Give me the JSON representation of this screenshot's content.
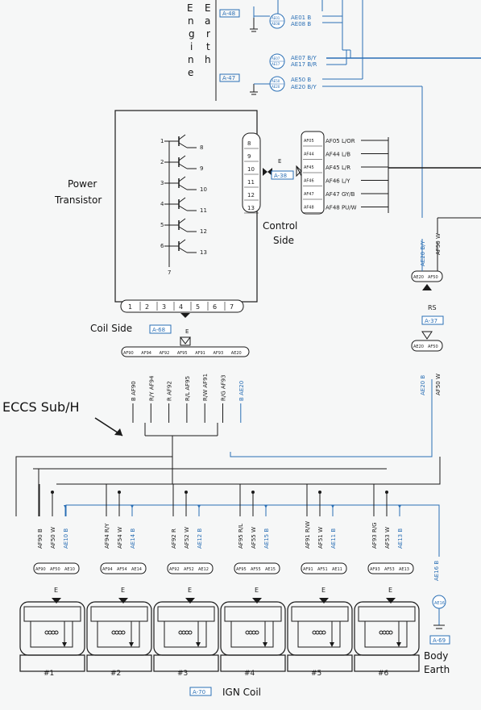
{
  "engine_earth": {
    "col1": [
      "E",
      "n",
      "g",
      "i",
      "n",
      "e"
    ],
    "col2": [
      "E",
      "a",
      "r",
      "t",
      "h"
    ]
  },
  "refs": {
    "a48": "A-48",
    "a47": "A-47",
    "a38": "A-38",
    "a68": "A-68",
    "a37": "A-37",
    "a69": "A-69",
    "a70": "A-70"
  },
  "top_connectors": {
    "c1": [
      "AE01",
      "AE08"
    ],
    "c1_labels": [
      "AE01  B",
      "AE08  B"
    ],
    "c2": [
      "AE07",
      "AE17"
    ],
    "c2_labels": [
      "AE07 B/Y",
      "AE17 B/R"
    ],
    "c3": [
      "AE50",
      "AE20"
    ],
    "c3_labels": [
      "AE50  B",
      "AE20 B/Y"
    ]
  },
  "power_transistor": {
    "label_line1": "Power",
    "label_line2": "Transistor",
    "pin_left": [
      "1",
      "2",
      "3",
      "4",
      "5",
      "6",
      "7"
    ],
    "pin_right": [
      "8",
      "9",
      "10",
      "11",
      "12",
      "13"
    ]
  },
  "control_side": {
    "pins": [
      "8",
      "9",
      "10",
      "11",
      "12",
      "13"
    ],
    "e_label": "E",
    "label_line1": "Control",
    "label_line2": "Side",
    "connector": [
      "AF05",
      "AF44",
      "AF45",
      "AF46",
      "AF47",
      "AF48"
    ],
    "wires": [
      "AF05  L/OR",
      "AF44  L/B",
      "AF45  L/R",
      "AF46  L/Y",
      "AF47  GY/B",
      "AF48  PU/W"
    ]
  },
  "coil_side": {
    "pins": [
      "1",
      "2",
      "3",
      "4",
      "5",
      "6",
      "7"
    ],
    "label": "Coil Side",
    "e_label": "E",
    "connector": [
      "AF90",
      "AF94",
      "AF92",
      "AF95",
      "AF91",
      "AF93",
      "AE20"
    ],
    "wires": [
      "B  AF90",
      "R/Y  AF94",
      "R  AF92",
      "R/L  AF95",
      "R/W  AF91",
      "R/G  AF93",
      "B  AE20"
    ]
  },
  "rs": {
    "label": "RS",
    "top": [
      "AE20",
      "AF50"
    ],
    "bottom": [
      "AE20",
      "AF50"
    ],
    "wires_top": [
      "AE20  B/Y",
      "AF50  W"
    ],
    "wires_bottom": [
      "AE20  B",
      "AF50  W"
    ]
  },
  "eccs": {
    "label": "ECCS Sub/H"
  },
  "coils": [
    {
      "num": "#1",
      "conn": [
        "AF90",
        "AF50",
        "AE10"
      ],
      "wires": [
        "AF90  B",
        "AF50  W",
        "AE10  B"
      ]
    },
    {
      "num": "#2",
      "conn": [
        "AF94",
        "AF54",
        "AE14"
      ],
      "wires": [
        "AF94  R/Y",
        "AF54  W",
        "AE14  B"
      ]
    },
    {
      "num": "#3",
      "conn": [
        "AF92",
        "AF52",
        "AE12"
      ],
      "wires": [
        "AF92  R",
        "AF52  W",
        "AE12  B"
      ]
    },
    {
      "num": "#4",
      "conn": [
        "AF95",
        "AF55",
        "AE15"
      ],
      "wires": [
        "AF95  R/L",
        "AF55  W",
        "AE15  B"
      ]
    },
    {
      "num": "#5",
      "conn": [
        "AF91",
        "AF51",
        "AE11"
      ],
      "wires": [
        "AF91  R/W",
        "AF51  W",
        "AE11  B"
      ]
    },
    {
      "num": "#6",
      "conn": [
        "AF93",
        "AF53",
        "AE13"
      ],
      "wires": [
        "AF93  R/G",
        "AF53  W",
        "AE13  B"
      ]
    }
  ],
  "coil_e": "E",
  "ign_coil": "IGN Coil",
  "body_earth": {
    "wire": "AE16  B",
    "conn": "AE16",
    "line1": "Body",
    "line2": "Earth"
  },
  "colors": {
    "black": "#1a1a1a",
    "blue": "#2a6fb5",
    "background": "#f6f7f7"
  }
}
